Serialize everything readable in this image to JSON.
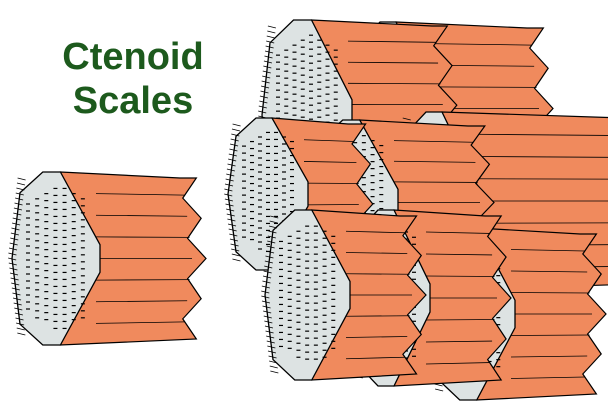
{
  "title": {
    "line1": "Ctenoid",
    "line2": "Scales"
  },
  "colors": {
    "title": "#1d5a1d",
    "posterior_field": "#f08a5d",
    "anterior_field": "#dde3e3",
    "outline": "#000000"
  },
  "scales": [
    {
      "id": "single-scale"
    },
    {
      "id": "cluster-top-left"
    },
    {
      "id": "cluster-top-middle"
    },
    {
      "id": "cluster-mid-left"
    },
    {
      "id": "cluster-mid-middle"
    },
    {
      "id": "cluster-mid-right"
    },
    {
      "id": "cluster-bottom-left"
    },
    {
      "id": "cluster-bottom-middle"
    },
    {
      "id": "cluster-bottom-right"
    }
  ]
}
